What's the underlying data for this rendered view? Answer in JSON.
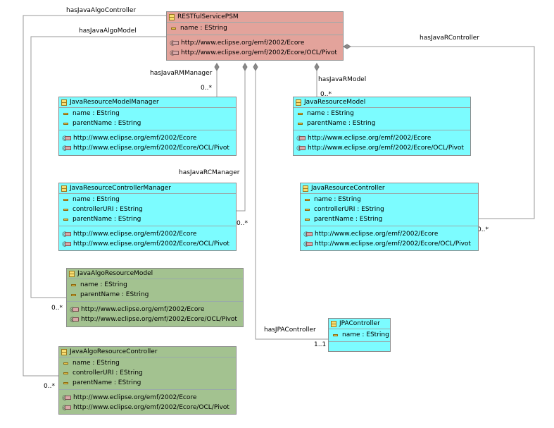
{
  "classes": {
    "restful": {
      "name": "RESTfulServicePSM",
      "attributes": [
        "name : EString"
      ],
      "annotations": [
        "http://www.eclipse.org/emf/2002/Ecore",
        "http://www.eclipse.org/emf/2002/Ecore/OCL/Pivot"
      ]
    },
    "jrmm": {
      "name": "JavaResourceModelManager",
      "attributes": [
        "name : EString",
        "parentName : EString"
      ],
      "annotations": [
        "http://www.eclipse.org/emf/2002/Ecore",
        "http://www.eclipse.org/emf/2002/Ecore/OCL/Pivot"
      ]
    },
    "jrm": {
      "name": "JavaResourceModel",
      "attributes": [
        "name : EString",
        "parentName : EString"
      ],
      "annotations": [
        "http://www.eclipse.org/emf/2002/Ecore",
        "http://www.eclipse.org/emf/2002/Ecore/OCL/Pivot"
      ]
    },
    "jrcm": {
      "name": "JavaResourceControllerManager",
      "attributes": [
        "name : EString",
        "controllerURI : EString",
        "parentName : EString"
      ],
      "annotations": [
        "http://www.eclipse.org/emf/2002/Ecore",
        "http://www.eclipse.org/emf/2002/Ecore/OCL/Pivot"
      ]
    },
    "jrc": {
      "name": "JavaResourceController",
      "attributes": [
        "name : EString",
        "controllerURI : EString",
        "parentName : EString"
      ],
      "annotations": [
        "http://www.eclipse.org/emf/2002/Ecore",
        "http://www.eclipse.org/emf/2002/Ecore/OCL/Pivot"
      ]
    },
    "jarm": {
      "name": "JavaAlgoResourceModel",
      "attributes": [
        "name : EString",
        "parentName : EString"
      ],
      "annotations": [
        "http://www.eclipse.org/emf/2002/Ecore",
        "http://www.eclipse.org/emf/2002/Ecore/OCL/Pivot"
      ]
    },
    "jarc": {
      "name": "JavaAlgoResourceController",
      "attributes": [
        "name : EString",
        "controllerURI : EString",
        "parentName : EString"
      ],
      "annotations": [
        "http://www.eclipse.org/emf/2002/Ecore",
        "http://www.eclipse.org/emf/2002/Ecore/OCL/Pivot"
      ]
    },
    "jpa": {
      "name": "JPAController",
      "attributes": [
        "name : EString"
      ],
      "annotations": []
    }
  },
  "edges": {
    "hasJavaAlgoController": {
      "name": "hasJavaAlgoController",
      "mult": "0..*"
    },
    "hasJavaAlgoModel": {
      "name": "hasJavaAlgoModel",
      "mult": "0..*"
    },
    "hasJavaRMManager": {
      "name": "hasJavaRMManager",
      "mult": "0..*"
    },
    "hasJavaRCManager": {
      "name": "hasJavaRCManager",
      "mult": "0..*"
    },
    "hasJavaRModel": {
      "name": "hasJavaRModel",
      "mult": "0..*"
    },
    "hasJavaRController": {
      "name": "hasJavaRController",
      "mult": "0..*"
    },
    "hasJPAController": {
      "name": "hasJPAController",
      "mult": "1..1"
    }
  },
  "colors": {
    "root_class": "#e3a39b",
    "resource_class": "#7cfcff",
    "algo_class": "#a3c290",
    "edge": "#9a9a9a"
  }
}
